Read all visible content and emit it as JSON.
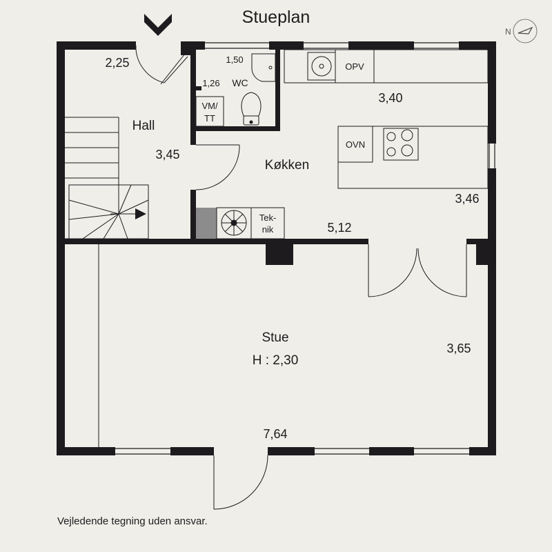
{
  "title": "Stueplan",
  "compass": {
    "letter": "N"
  },
  "rooms": {
    "hall": "Hall",
    "wc": "WC",
    "kitchen": "Køkken",
    "living": "Stue",
    "living_height": "H : 2,30"
  },
  "fixtures": {
    "vm_tt_line1": "VM/",
    "vm_tt_line2": "TT",
    "opv": "OPV",
    "ovn": "OVN",
    "teknik_line1": "Tek-",
    "teknik_line2": "nik"
  },
  "dimensions": {
    "hall_top": "2,25",
    "wc_width": "1,50",
    "wc_depth": "1,26",
    "hall_depth": "3,45",
    "kitchen_width": "3,40",
    "kitchen_depth": "3,46",
    "kitchen_length": "5,12",
    "living_depth": "3,65",
    "living_width": "7,64"
  },
  "disclaimer": "Vejledende tegning uden ansvar.",
  "colors": {
    "wall": "#1d1b1e",
    "background": "#f0eee8",
    "teknik_box": "#8c8c8c"
  }
}
